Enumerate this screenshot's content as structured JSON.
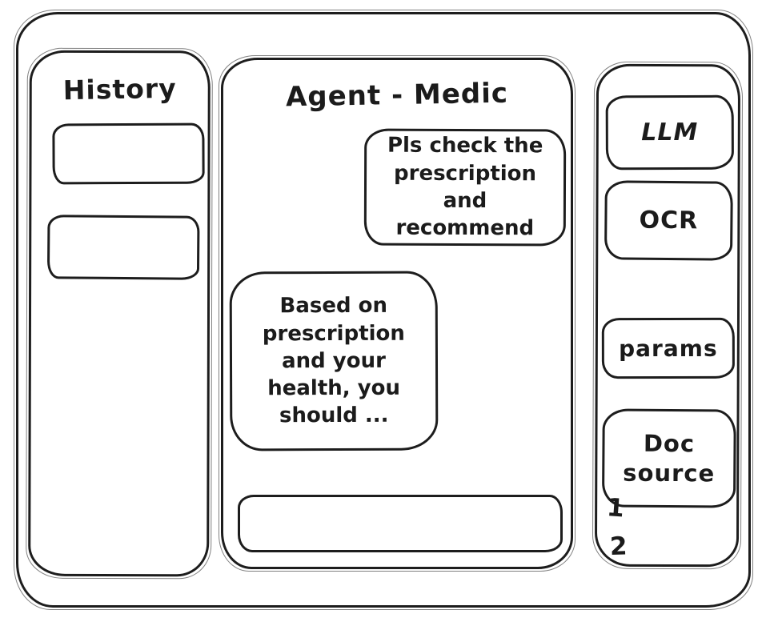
{
  "colors": {
    "stroke": "#1d1d1d",
    "background": "#ffffff"
  },
  "sidebar_left": {
    "title": "History",
    "items": [
      {
        "label": ""
      },
      {
        "label": ""
      }
    ]
  },
  "chat": {
    "title": "Agent - Medic",
    "messages": [
      {
        "role": "user",
        "text": "Pls check the prescription and recommend"
      },
      {
        "role": "assistant",
        "text": "Based on prescription and your health, you should ..."
      }
    ],
    "input": {
      "value": "",
      "placeholder": ""
    }
  },
  "sidebar_right": {
    "buttons": [
      {
        "label": "LLM"
      },
      {
        "label": "OCR"
      },
      {
        "label": "params"
      },
      {
        "label": "Doc source"
      }
    ],
    "doc_source_items": [
      "1",
      "2"
    ]
  }
}
